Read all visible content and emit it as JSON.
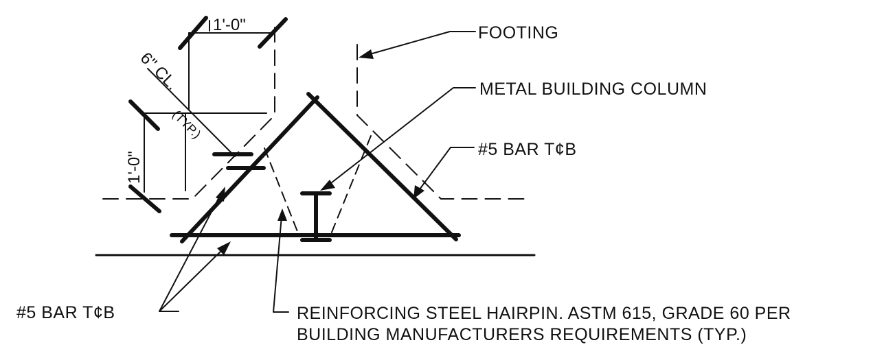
{
  "labels": {
    "footing": "FOOTING",
    "metal_building_column": "METAL BUILDING COLUMN",
    "bar_right": "#5 BAR T¢B",
    "bar_left": "#5 BAR T¢B",
    "hairpin_line1": "REINFORCING STEEL HAIRPIN. ASTM 615, GRADE 60 PER",
    "hairpin_line2": "BUILDING MANUFACTURERS REQUIREMENTS (TYP.)"
  },
  "dimensions": {
    "top_width": "1'-0\"",
    "cover": "6\" CL.",
    "cover_typ": "(TYP.)",
    "side_height": "1'-0\""
  },
  "colors": {
    "ink": "#111111",
    "paper": "#ffffff"
  }
}
